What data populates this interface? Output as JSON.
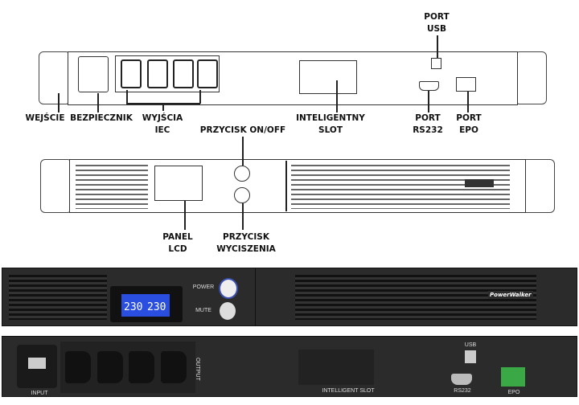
{
  "labels": {
    "port_usb": [
      "PORT",
      "USB"
    ],
    "wejscie": "WEJŚCIE",
    "bezpiecznik": "BEZPIECZNIK",
    "wyjscia_iec": [
      "WYJŚCIA",
      "IEC"
    ],
    "inteligentny_slot": [
      "INTELIGENTNY",
      "SLOT"
    ],
    "port_rs232": [
      "PORT",
      "RS232"
    ],
    "port_epo": [
      "PORT",
      "EPO"
    ],
    "przycisk_onoff": "PRZYCISK ON/OFF",
    "panel_lcd": [
      "PANEL",
      "LCD"
    ],
    "przycisk_wyciszenia": [
      "PRZYCISK",
      "WYCISZENIA"
    ]
  },
  "photo_front": {
    "power": "POWER",
    "mute": "MUTE",
    "lcd_input": "230",
    "lcd_output": "230",
    "brand": "PowerWalker"
  },
  "photo_rear": {
    "input": "INPUT",
    "output": "OUTPUT",
    "slot": "INTELLIGENT SLOT",
    "usb": "USB",
    "rs232": "RS232",
    "epo": "EPO"
  },
  "colors": {
    "lcd": "#2a4fe0",
    "epo": "#3aa845",
    "body": "#2b2b2b"
  }
}
